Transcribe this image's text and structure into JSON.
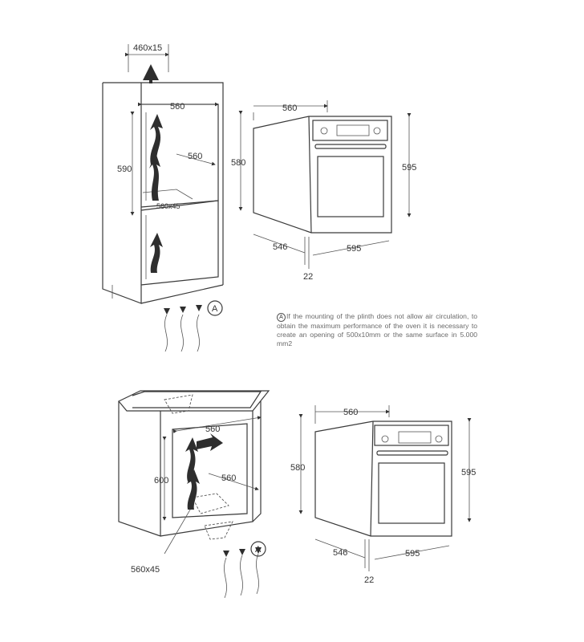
{
  "top_installation": {
    "column_cabinet": {
      "vent_top": "460x15",
      "width": "560",
      "depth": "560",
      "height": "590",
      "vent_shelf": "560x45",
      "plinth_marker": "A"
    },
    "oven": {
      "width": "560",
      "height_inner": "580",
      "height_outer": "595",
      "depth": "546",
      "front_width": "595",
      "door_thickness": "22"
    }
  },
  "note": {
    "marker": "A",
    "text": "If the mounting of the plinth does not allow air circulation, to obtain the maximum performance of the oven it is necessary to create an opening of 500x10mm or the same surface in 5.000 mm2"
  },
  "bottom_installation": {
    "under_counter_cabinet": {
      "width": "560",
      "depth": "560",
      "height": "600",
      "vent_bottom": "560x45",
      "plinth_marker": "A"
    },
    "oven": {
      "width": "560",
      "height_inner": "580",
      "height_outer": "595",
      "depth": "546",
      "front_width": "595",
      "door_thickness": "22"
    }
  }
}
